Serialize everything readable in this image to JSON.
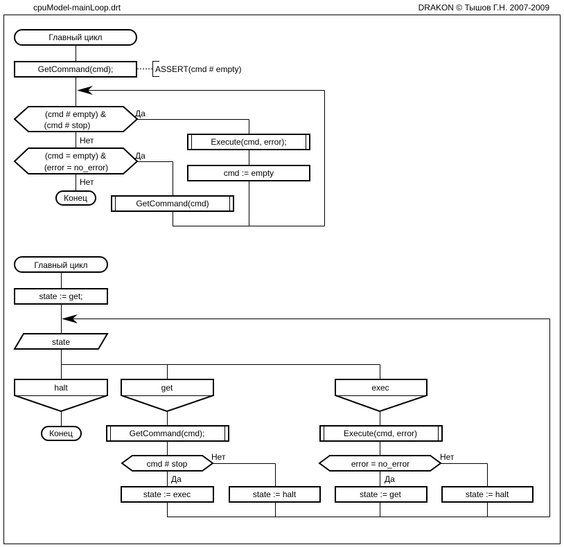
{
  "header": {
    "file_name": "cpuModel-mainLoop.drt",
    "copyright": "DRAKON © Тышов Г.Н. 2007-2009"
  },
  "diagram1": {
    "title": "Главный цикл",
    "get_command": "GetCommand(cmd);",
    "assert": "ASSERT(cmd # empty)",
    "cond1_line1": "(cmd # empty) &",
    "cond1_line2": "(cmd # stop)",
    "cond2_line1": "(cmd = empty) &",
    "cond2_line2": "(error = no_error)",
    "yes1": "Да",
    "no1": "Нет",
    "yes2": "Да",
    "no2": "Нет",
    "execute": "Execute(cmd, error);",
    "assign_empty": "cmd := empty",
    "get_command_call": "GetCommand(cmd)",
    "end": "Конец"
  },
  "diagram2": {
    "title": "Главный цикл",
    "init": "state := get;",
    "switch": "state",
    "case_halt": "halt",
    "case_get": "get",
    "case_exec": "exec",
    "end": "Конец",
    "get_command_call": "GetCommand(cmd);",
    "execute_call": "Execute(cmd, error)",
    "cond_stop": "cmd # stop",
    "cond_error": "error = no_error",
    "no_stop": "Нет",
    "yes_stop": "Да",
    "no_error": "Нет",
    "yes_error": "Да",
    "assign_exec": "state := exec",
    "assign_halt1": "state := halt",
    "assign_get": "state := get",
    "assign_halt2": "state := halt"
  }
}
